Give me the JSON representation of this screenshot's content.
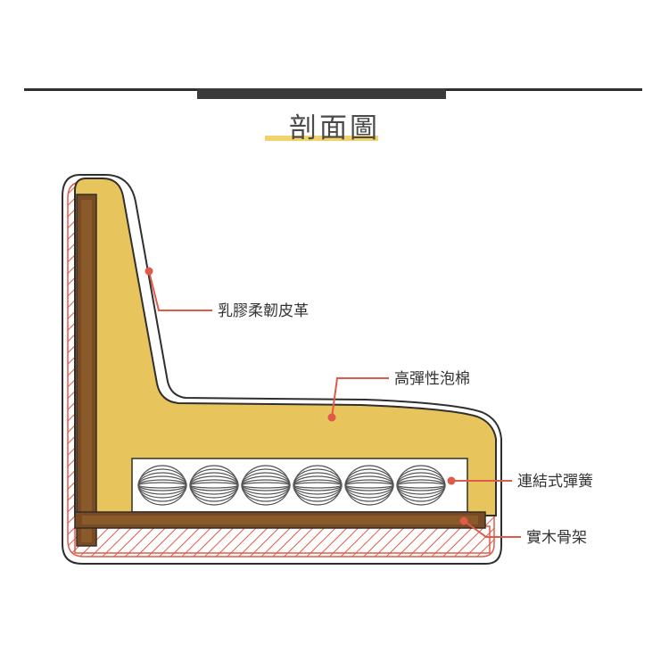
{
  "title": "剖面圖",
  "colors": {
    "leather": "#e8c55c",
    "wood": "#7a4a22",
    "hatch": "#e05a49",
    "leader": "#e05a49",
    "outline": "#2f2f2f"
  },
  "callouts": {
    "leather": "乳膠柔韌皮革",
    "foam": "高彈性泡棉",
    "spring": "連結式彈簧",
    "frame": "實木骨架"
  },
  "spring_coil_count": 6
}
